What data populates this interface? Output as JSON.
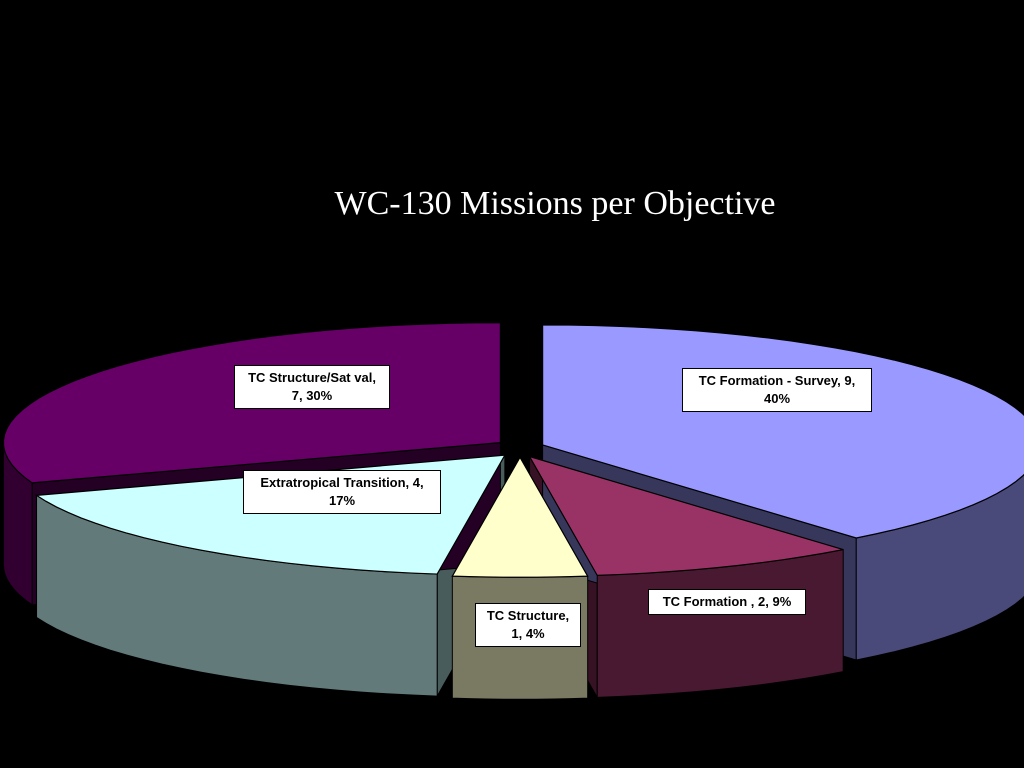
{
  "chart_data": {
    "type": "pie",
    "title": "WC-130 Missions per Objective",
    "slices": [
      {
        "label": "TC Formation - Survey",
        "value": 9,
        "percent": "40%",
        "color": "#9999ff",
        "label_line1": "TC Formation - Survey, 9,",
        "label_line2": "40%"
      },
      {
        "label": "TC Formation",
        "value": 2,
        "percent": "9%",
        "color": "#993366",
        "label_line1": "TC Formation , 2, 9%",
        "label_line2": ""
      },
      {
        "label": "TC Structure",
        "value": 1,
        "percent": "4%",
        "color": "#ffffcc",
        "label_line1": "TC Structure,",
        "label_line2": "1, 4%"
      },
      {
        "label": "Extratropical Transition",
        "value": 4,
        "percent": "17%",
        "color": "#ccffff",
        "label_line1": "Extratropical Transition, 4,",
        "label_line2": "17%"
      },
      {
        "label": "TC Structure/Sat val",
        "value": 7,
        "percent": "30%",
        "color": "#660066",
        "label_line1": "TC Structure/Sat val,",
        "label_line2": "7, 30%"
      }
    ],
    "style": "3d-exploded",
    "background": "#000000",
    "legend": "none"
  }
}
